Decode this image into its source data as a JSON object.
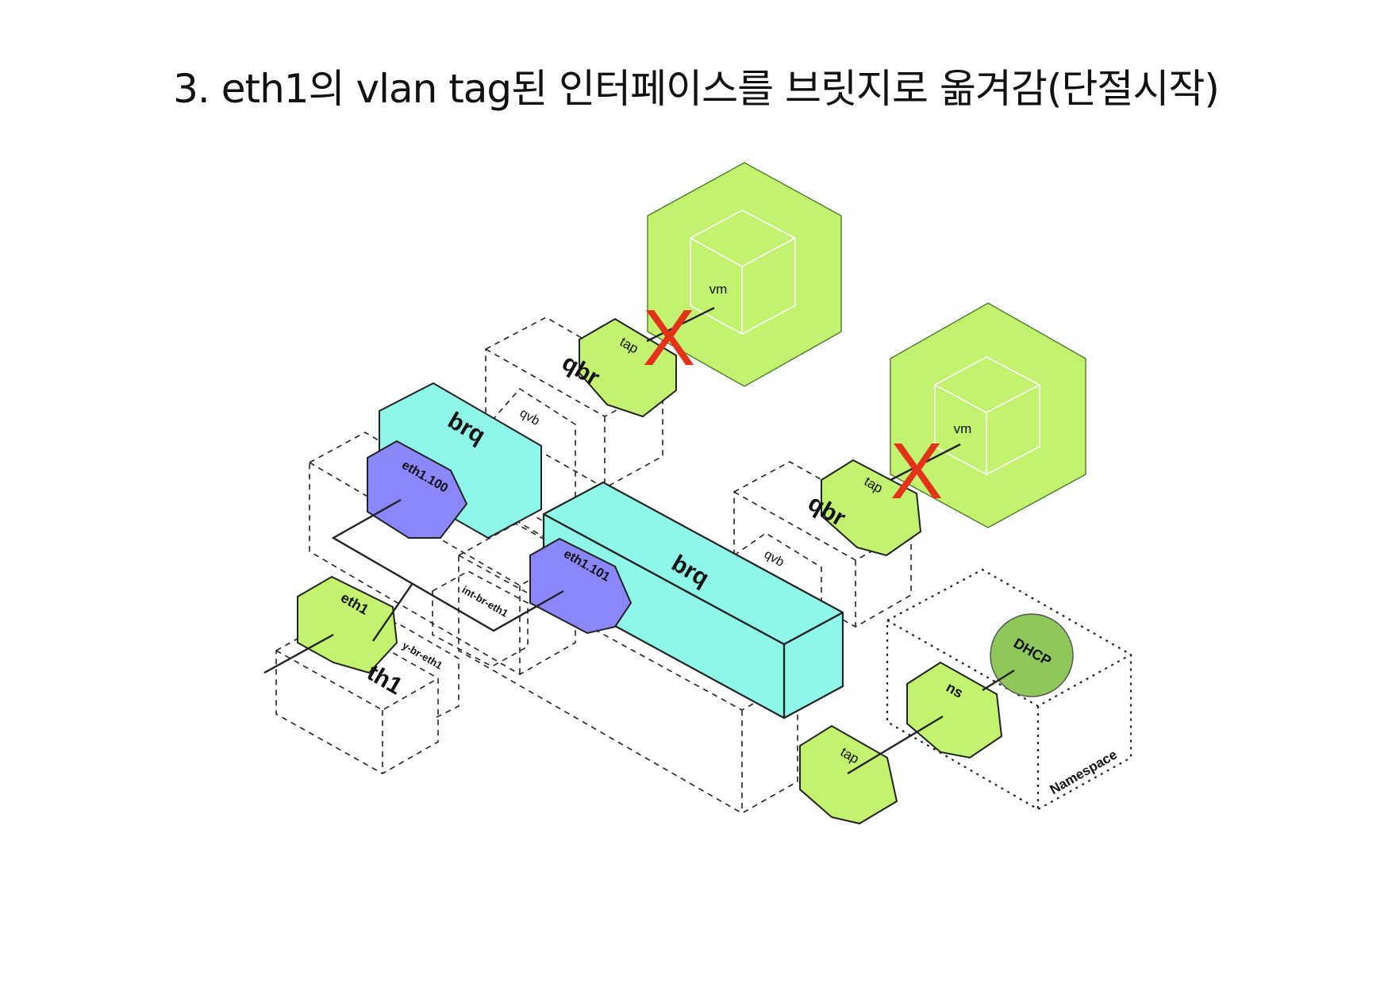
{
  "title": "3. eth1의 vlan tag된 인터페이스를 브릿지로 옮겨감(단절시작)",
  "labels": {
    "vm_top": "vm",
    "vm_right": "vm",
    "tap_top": "tap",
    "tap_right": "tap",
    "tap_bottom": "tap",
    "qbr_top": "qbr",
    "qbr_right": "qbr",
    "qvb_top": "qvb",
    "qvb_right": "qvb",
    "brq_left": "brq",
    "brq_center": "brq",
    "eth1_100": "eth1.100",
    "eth1_101": "eth1.101",
    "eth1": "eth1",
    "int_br_eth1": "int-br-eth1",
    "phy_br_eth1": "y-br-eth1",
    "th1": "th1",
    "ns": "ns",
    "dhcp": "DHCP",
    "namespace": "Namespace",
    "x_mark_top": "X",
    "x_mark_right": "X"
  },
  "colors": {
    "vm_cube": "#c2f26e",
    "interface_green": "#c2f26e",
    "brq_cyan": "#8ff7e8",
    "vlan_purple": "#8a86fb",
    "dhcp_green": "#8fc85a",
    "x_red": "#e2321a"
  }
}
